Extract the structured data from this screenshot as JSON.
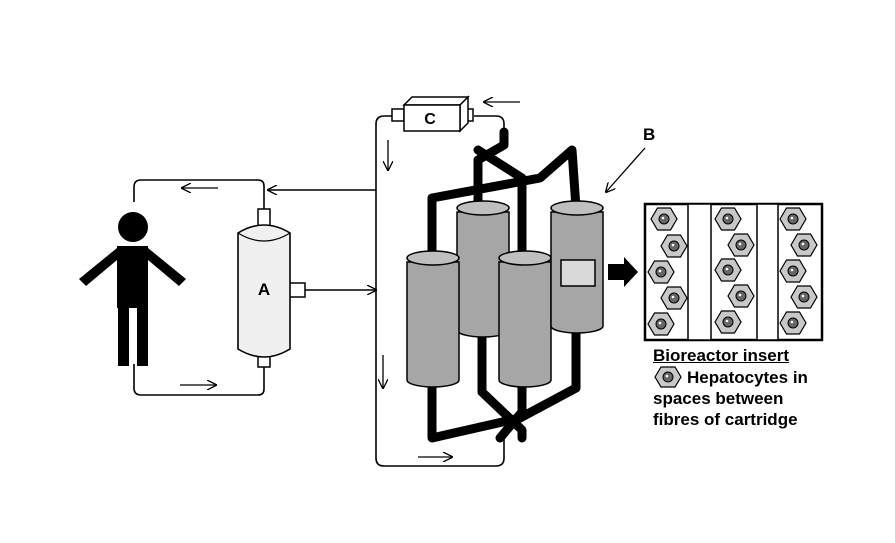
{
  "labels": {
    "a": "A",
    "b": "B",
    "c": "C"
  },
  "legend": {
    "title": "Bioreactor insert",
    "line1": "Hepatocytes in",
    "line2": "spaces between",
    "line3": "fibres of cartridge"
  },
  "colors": {
    "stroke": "#000000",
    "cartridge": "#a6a6a6",
    "cartridge_top": "#bfbfbf",
    "filter": "#f0f0f0",
    "cell": "#c8c8c8",
    "background": "#ffffff"
  }
}
